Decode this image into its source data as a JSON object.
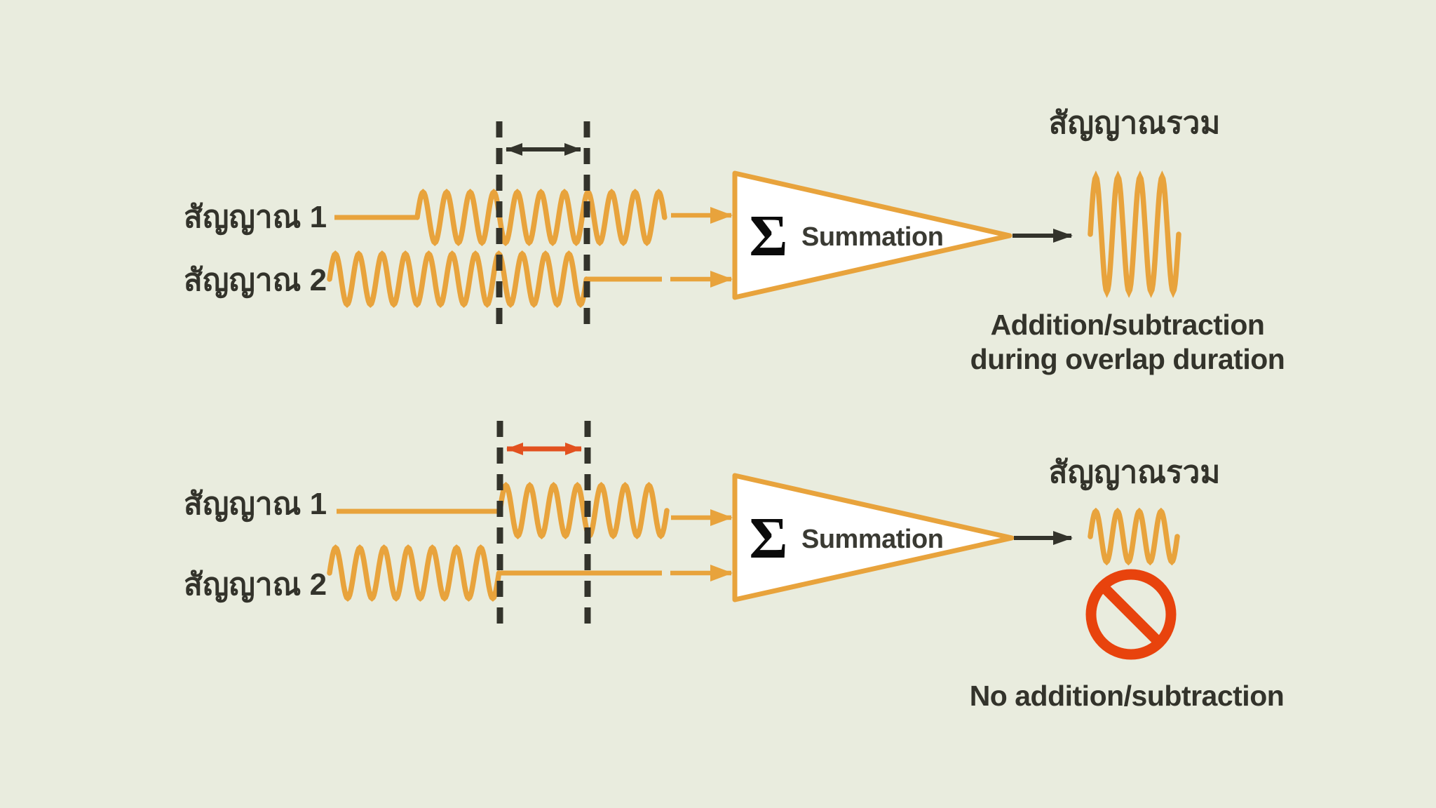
{
  "colors": {
    "background": "#e9ecde",
    "signal_orange": "#e8a33c",
    "dark_ink": "#33332b",
    "overlap_arrow_top": "#33332b",
    "overlap_arrow_bottom": "#e2511f",
    "prohibition_red": "#e8430d",
    "summation_block_fill": "#ffffff"
  },
  "top_panel": {
    "signal1_label": "สัญญาณ 1",
    "signal2_label": "สัญญาณ 2",
    "sigma_symbol": "Σ",
    "summation_label": "Summation",
    "output_label": "สัญญาณรวม",
    "caption_line1": "Addition/subtraction",
    "caption_line2": "during overlap duration"
  },
  "bottom_panel": {
    "signal1_label": "สัญญาณ 1",
    "signal2_label": "สัญญาณ 2",
    "sigma_symbol": "Σ",
    "summation_label": "Summation",
    "output_label": "สัญญาณรวม",
    "caption": "No addition/subtraction"
  }
}
